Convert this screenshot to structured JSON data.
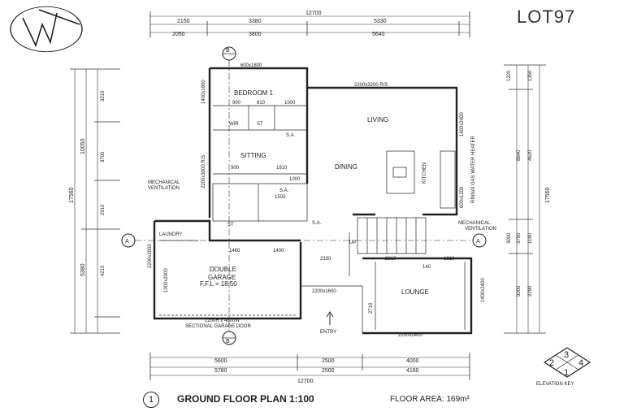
{
  "lot_label": "LOT97",
  "plan_title": "GROUND FLOOR PLAN  1:100",
  "plan_number": "1",
  "floor_area": "FLOOR AREA: 169m²",
  "elevation_key_label": "ELEVATION KEY",
  "elevation_key_numbers": [
    "3",
    "2",
    "4",
    "1"
  ],
  "section_markers": {
    "b": "B",
    "a": "A"
  },
  "rooms": {
    "bedroom": "BEDROOM 1",
    "wir": "WIR",
    "st_top": "ST",
    "sa_top": "S.A.",
    "sitting": "SITTING",
    "living": "LIVING",
    "dining": "DINING",
    "kitchen": "KITCHEN",
    "rinnai": "RINNAI GAS WATER HEATER",
    "laundry": "LAUNDRY",
    "st_mid": "ST",
    "sa_mid": "S.A.",
    "sa_low": "S.A.",
    "garage_line1": "DOUBLE",
    "garage_line2": "GARAGE",
    "ffl": "F.F.L = 18.50",
    "lounge": "LOUNGE",
    "entry": "ENTRY",
    "up": "UP",
    "mech_left_1": "MECHANICAL",
    "mech_left_2": "VENTILATION",
    "mech_right_1": "MECHANICAL",
    "mech_right_2": "VENTILATION",
    "garage_door_1": "2200H x 4800W",
    "garage_door_2": "SECTIONAL GARAGE DOOR"
  },
  "notes": {
    "bed_window": "600x1800",
    "living_window": "2200x3200 R/S",
    "kitchen_window": "1400x2400",
    "sitting_window": "2200x3000 R/S",
    "bed_side": "1400x1800",
    "dining_side": "600x1200",
    "porch": "2200x1600",
    "lounge_window": "2200x2400",
    "lounge_side": "1400x2400",
    "garage_side": "2200x2000",
    "small_door": "1000x2000",
    "w_1000": "1000",
    "d_900a": "900",
    "d_810": "810",
    "d_1000b": "1000",
    "d_900b": "900",
    "d_1810": "1810",
    "d_1400": "1400",
    "d_2330": "2330",
    "d_2810": "2810",
    "d_1310": "1310",
    "d_140": "140",
    "d_1460": "1460",
    "d_2710": "2710",
    "d_1500": "1500"
  },
  "dims_top": {
    "overall": "12700",
    "row1": [
      "2150",
      "3380",
      "5330"
    ],
    "row2": [
      "2050",
      "3800",
      "5640"
    ]
  },
  "dims_bottom": {
    "row1": [
      "5600",
      "2500",
      "4000"
    ],
    "row2": [
      "5780",
      "2500",
      "4160"
    ],
    "overall": "12700"
  },
  "dims_left": {
    "overall": "17560",
    "inner": [
      "10050",
      "5380"
    ],
    "parts": [
      "3210",
      "3700",
      "2910",
      "4210"
    ]
  },
  "dims_right": {
    "overall": "17560",
    "inner": [
      "8640",
      "3790",
      "5000"
    ],
    "parts": [
      "1350",
      "1220",
      "4620",
      "1180",
      "2290",
      "3000"
    ]
  }
}
